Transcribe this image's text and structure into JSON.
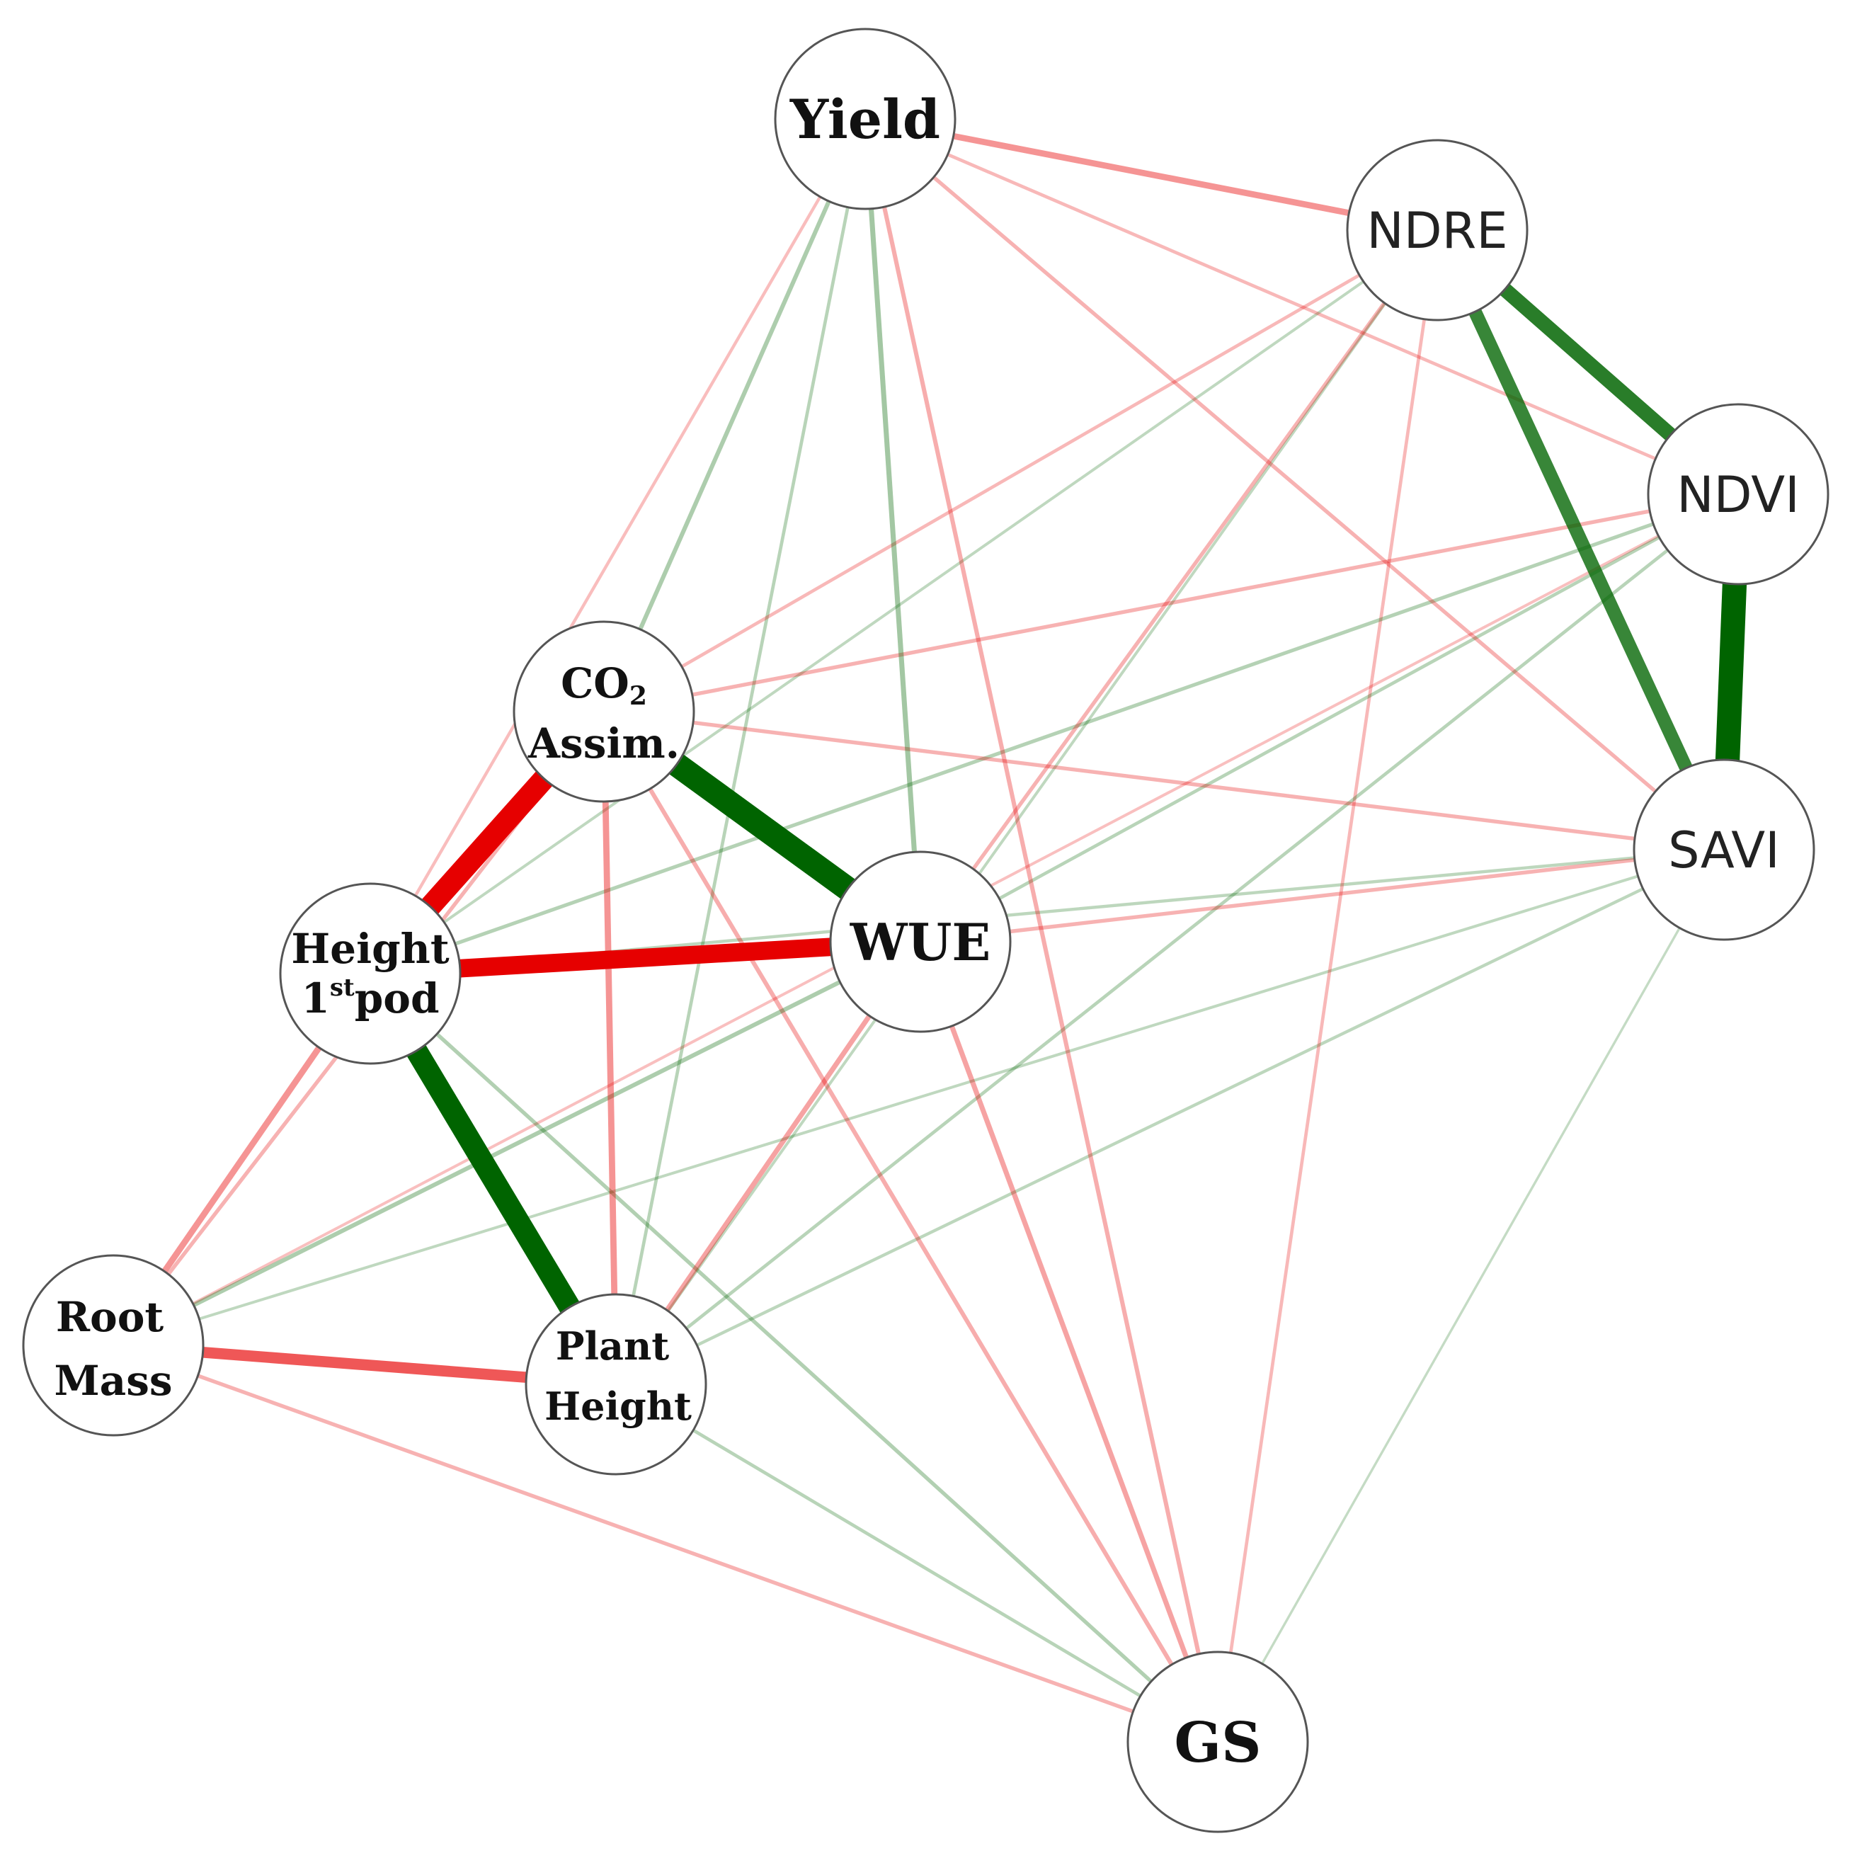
{
  "colors": {
    "positive": "#006400",
    "negative": "#e60000",
    "node_fill": "#ffffff",
    "node_stroke": "#555555"
  },
  "nodes": {
    "yield": {
      "lines": [
        "Yield"
      ]
    },
    "ndre": {
      "lines": [
        "NDRE"
      ]
    },
    "ndvi": {
      "lines": [
        "NDVI"
      ]
    },
    "savi": {
      "lines": [
        "SAVI"
      ]
    },
    "co2": {
      "lines": [
        "CO",
        "Assim."
      ],
      "sub": "2"
    },
    "wue": {
      "lines": [
        "WUE"
      ]
    },
    "height": {
      "lines": [
        "Height",
        "1",
        "pod"
      ],
      "sup": "st"
    },
    "root": {
      "lines": [
        "Root",
        "Mass"
      ]
    },
    "plant": {
      "lines": [
        "Plant",
        "Height"
      ]
    },
    "gs": {
      "lines": [
        "GS"
      ]
    }
  },
  "edges": [
    {
      "from": "co2",
      "to": "wue",
      "sign": "positive",
      "strength": 0.95
    },
    {
      "from": "co2",
      "to": "height",
      "sign": "negative",
      "strength": 0.85
    },
    {
      "from": "height",
      "to": "wue",
      "sign": "negative",
      "strength": 0.7
    },
    {
      "from": "height",
      "to": "plant",
      "sign": "positive",
      "strength": 0.85
    },
    {
      "from": "ndvi",
      "to": "savi",
      "sign": "positive",
      "strength": 0.95
    },
    {
      "from": "ndre",
      "to": "ndvi",
      "sign": "positive",
      "strength": 0.55
    },
    {
      "from": "ndre",
      "to": "savi",
      "sign": "positive",
      "strength": 0.5
    },
    {
      "from": "root",
      "to": "plant",
      "sign": "negative",
      "strength": 0.4
    },
    {
      "from": "yield",
      "to": "ndre",
      "sign": "negative",
      "strength": 0.2
    },
    {
      "from": "yield",
      "to": "wue",
      "sign": "positive",
      "strength": 0.15
    },
    {
      "from": "yield",
      "to": "co2",
      "sign": "positive",
      "strength": 0.12
    },
    {
      "from": "yield",
      "to": "ndvi",
      "sign": "negative",
      "strength": 0.08
    },
    {
      "from": "yield",
      "to": "savi",
      "sign": "negative",
      "strength": 0.1
    },
    {
      "from": "yield",
      "to": "height",
      "sign": "negative",
      "strength": 0.07
    },
    {
      "from": "yield",
      "to": "plant",
      "sign": "positive",
      "strength": 0.08
    },
    {
      "from": "yield",
      "to": "gs",
      "sign": "negative",
      "strength": 0.12
    },
    {
      "from": "ndre",
      "to": "co2",
      "sign": "negative",
      "strength": 0.08
    },
    {
      "from": "ndre",
      "to": "wue",
      "sign": "negative",
      "strength": 0.1
    },
    {
      "from": "ndre",
      "to": "height",
      "sign": "positive",
      "strength": 0.06
    },
    {
      "from": "ndre",
      "to": "plant",
      "sign": "positive",
      "strength": 0.06
    },
    {
      "from": "ndre",
      "to": "gs",
      "sign": "negative",
      "strength": 0.08
    },
    {
      "from": "ndvi",
      "to": "co2",
      "sign": "negative",
      "strength": 0.1
    },
    {
      "from": "ndvi",
      "to": "wue",
      "sign": "positive",
      "strength": 0.08
    },
    {
      "from": "ndvi",
      "to": "height",
      "sign": "positive",
      "strength": 0.09
    },
    {
      "from": "ndvi",
      "to": "root",
      "sign": "negative",
      "strength": 0.06
    },
    {
      "from": "ndvi",
      "to": "plant",
      "sign": "positive",
      "strength": 0.08
    },
    {
      "from": "savi",
      "to": "co2",
      "sign": "negative",
      "strength": 0.1
    },
    {
      "from": "savi",
      "to": "wue",
      "sign": "negative",
      "strength": 0.1
    },
    {
      "from": "savi",
      "to": "height",
      "sign": "positive",
      "strength": 0.07
    },
    {
      "from": "savi",
      "to": "root",
      "sign": "positive",
      "strength": 0.06
    },
    {
      "from": "savi",
      "to": "plant",
      "sign": "positive",
      "strength": 0.07
    },
    {
      "from": "savi",
      "to": "gs",
      "sign": "positive",
      "strength": 0.04
    },
    {
      "from": "co2",
      "to": "plant",
      "sign": "negative",
      "strength": 0.2
    },
    {
      "from": "co2",
      "to": "root",
      "sign": "negative",
      "strength": 0.1
    },
    {
      "from": "co2",
      "to": "gs",
      "sign": "negative",
      "strength": 0.12
    },
    {
      "from": "wue",
      "to": "plant",
      "sign": "negative",
      "strength": 0.15
    },
    {
      "from": "wue",
      "to": "root",
      "sign": "positive",
      "strength": 0.12
    },
    {
      "from": "wue",
      "to": "gs",
      "sign": "negative",
      "strength": 0.15
    },
    {
      "from": "height",
      "to": "root",
      "sign": "negative",
      "strength": 0.2
    },
    {
      "from": "height",
      "to": "gs",
      "sign": "positive",
      "strength": 0.1
    },
    {
      "from": "root",
      "to": "gs",
      "sign": "negative",
      "strength": 0.1
    },
    {
      "from": "plant",
      "to": "gs",
      "sign": "positive",
      "strength": 0.08
    }
  ]
}
